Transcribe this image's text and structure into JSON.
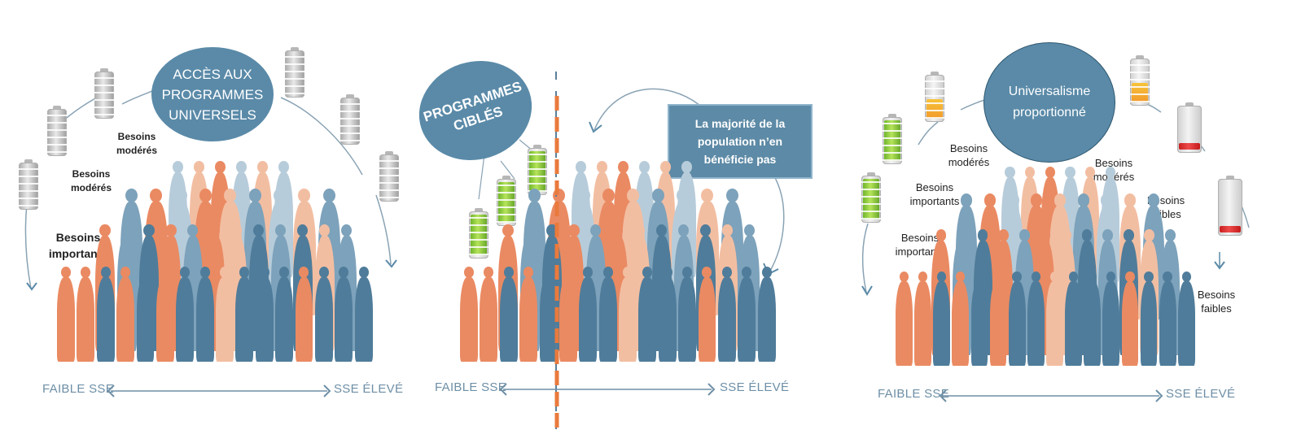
{
  "panels": [
    {
      "id": "universal",
      "bubble": {
        "lines": [
          "ACCÈS AUX",
          "PROGRAMMES",
          "UNIVERSELS"
        ]
      },
      "labels": {
        "moderate_1": "Besoins\nmodérés",
        "moderate_2": "Besoins\nmodérés",
        "high": "Besoins\nimportants"
      },
      "batteries": [
        "gray",
        "gray",
        "gray",
        "gray",
        "gray",
        "gray"
      ],
      "axis": {
        "left": "FAIBLE SSE",
        "right": "SSE ÉLEVÉ"
      }
    },
    {
      "id": "targeted",
      "bubble": {
        "lines": [
          "PROGRAMMES",
          "CIBLÉS"
        ]
      },
      "callout": {
        "lines": [
          "La majorité de la",
          "population n’en",
          "bénéficie pas"
        ]
      },
      "batteries": [
        "green",
        "green",
        "green"
      ],
      "axis": {
        "left": "FAIBLE SSE",
        "right": "SSE ÉLEVÉ"
      }
    },
    {
      "id": "proportionate",
      "bubble": {
        "lines": [
          "Universalisme",
          "proportionné"
        ]
      },
      "labels": {
        "moderate_left": "Besoins\nmodérés",
        "high_1": "Besoins\nimportants",
        "high_2": "Besoins\nimportants",
        "moderate_right": "Besoins\nmodérés",
        "low_1": "Besoins\nfaibles",
        "low_2": "Besoins\nfaibles"
      },
      "batteries": [
        "green-full",
        "green-full",
        "orange-half",
        "orange-half",
        "red-low",
        "red-low"
      ],
      "axis": {
        "left": "FAIBLE SSE",
        "right": "SSE ÉLEVÉ"
      }
    }
  ],
  "colors": {
    "bubble": "#5a8aa8",
    "callout": "#5d8aa6",
    "axis_text": "#6e8fa6",
    "people_dark": "#4f7c9a",
    "people_orange": "#ea8a62",
    "people_peach": "#f2bea2",
    "people_light": "#b7ccda",
    "divider": "#ea7a3c"
  }
}
